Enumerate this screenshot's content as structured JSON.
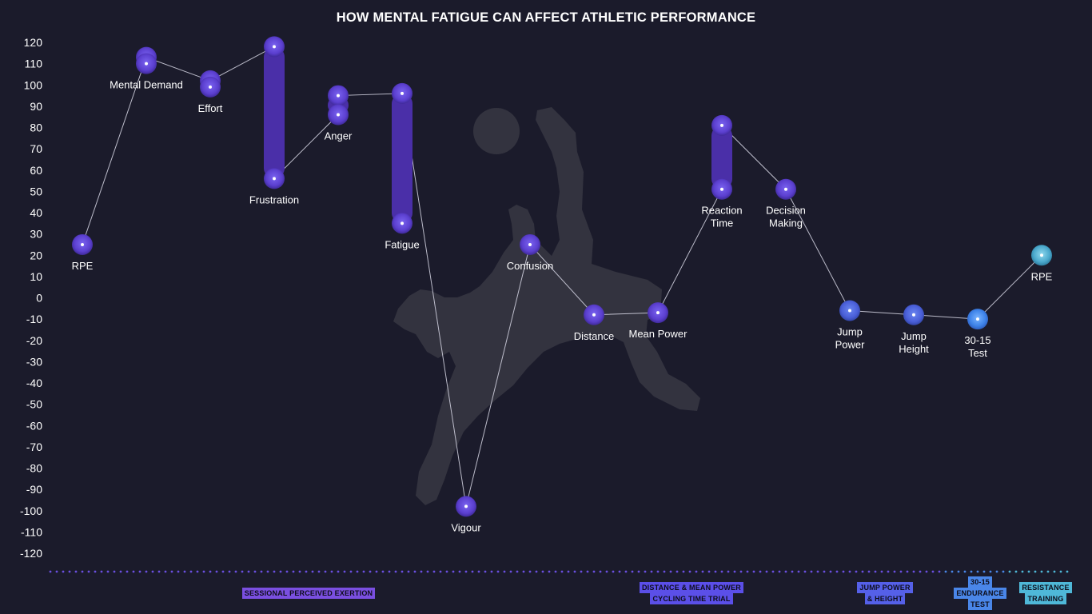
{
  "title": "HOW MENTAL FATIGUE CAN AFFECT ATHLETIC PERFORMANCE",
  "colors": {
    "background": "#1b1b2b",
    "range_bar": "#4a2fa8",
    "marker_purple": "#5b3fcf",
    "marker_blue": "#4a6fe0",
    "marker_light_blue": "#3d92e8",
    "marker_cyan": "#4fb8d8",
    "silhouette": "#33333f"
  },
  "chart_data": {
    "type": "scatter",
    "title": "HOW MENTAL FATIGUE CAN AFFECT ATHLETIC PERFORMANCE",
    "ylim": [
      -120,
      120
    ],
    "y_ticks": [
      120,
      110,
      100,
      90,
      80,
      70,
      60,
      50,
      40,
      30,
      20,
      10,
      0,
      -10,
      -20,
      -30,
      -40,
      -50,
      -60,
      -70,
      -80,
      -90,
      -100,
      -110,
      -120
    ],
    "grid": false,
    "series_note": "",
    "points": [
      {
        "label": [
          "RPE"
        ],
        "range": [
          25,
          25
        ],
        "color": "purple"
      },
      {
        "label": [
          "Mental Demand"
        ],
        "range": [
          110,
          113
        ],
        "color": "purple"
      },
      {
        "label": [
          "Effort"
        ],
        "range": [
          99,
          102
        ],
        "color": "purple"
      },
      {
        "label": [
          "Frustration"
        ],
        "range": [
          56,
          118
        ],
        "color": "purple"
      },
      {
        "label": [
          "Anger"
        ],
        "range": [
          86,
          95
        ],
        "color": "purple"
      },
      {
        "label": [
          "Fatigue"
        ],
        "range": [
          35,
          96
        ],
        "color": "purple"
      },
      {
        "label": [
          "Vigour"
        ],
        "range": [
          -98,
          -98
        ],
        "color": "purple"
      },
      {
        "label": [
          "Confusion"
        ],
        "range": [
          25,
          25
        ],
        "color": "purple"
      },
      {
        "label": [
          "Distance"
        ],
        "range": [
          -8,
          -8
        ],
        "color": "purple"
      },
      {
        "label": [
          "Mean Power"
        ],
        "range": [
          -7,
          -7
        ],
        "color": "purple"
      },
      {
        "label": [
          "Reaction",
          "Time"
        ],
        "range": [
          51,
          81
        ],
        "color": "purple"
      },
      {
        "label": [
          "Decision",
          "Making"
        ],
        "range": [
          51,
          51
        ],
        "color": "purple"
      },
      {
        "label": [
          "Jump",
          "Power"
        ],
        "range": [
          -6,
          -6
        ],
        "color": "blue"
      },
      {
        "label": [
          "Jump",
          "Height"
        ],
        "range": [
          -8,
          -8
        ],
        "color": "blue"
      },
      {
        "label": [
          "30-15",
          "Test"
        ],
        "range": [
          -10,
          -10
        ],
        "color": "light_blue"
      },
      {
        "label": [
          "RPE"
        ],
        "range": [
          20,
          20
        ],
        "color": "cyan"
      }
    ],
    "line_path": [
      [
        0,
        25
      ],
      [
        1,
        113
      ],
      [
        2,
        102
      ],
      [
        3,
        118
      ],
      [
        3,
        56
      ],
      [
        4,
        86
      ],
      [
        4,
        95
      ],
      [
        5,
        96
      ],
      [
        6,
        -98
      ],
      [
        7,
        25
      ],
      [
        8,
        -8
      ],
      [
        9,
        -7
      ],
      [
        10,
        51
      ],
      [
        10,
        81
      ],
      [
        11,
        51
      ],
      [
        12,
        -6
      ],
      [
        13,
        -8
      ],
      [
        14,
        -10
      ],
      [
        15,
        20
      ]
    ],
    "categories": [
      {
        "lines": [
          "SESSIONAL PERCEIVED EXERTION"
        ],
        "color": "#7a4fe0"
      },
      {
        "lines": [
          "DISTANCE & MEAN POWER",
          "CYCLING TIME TRIAL"
        ],
        "color": "#5b4fe8"
      },
      {
        "lines": [
          "JUMP POWER",
          "& HEIGHT"
        ],
        "color": "#5560e8"
      },
      {
        "lines": [
          "30-15",
          "ENDURANCE",
          "TEST"
        ],
        "color": "#4a86e8"
      },
      {
        "lines": [
          "RESISTANCE",
          "TRAINING"
        ],
        "color": "#4fb8d8"
      }
    ]
  }
}
